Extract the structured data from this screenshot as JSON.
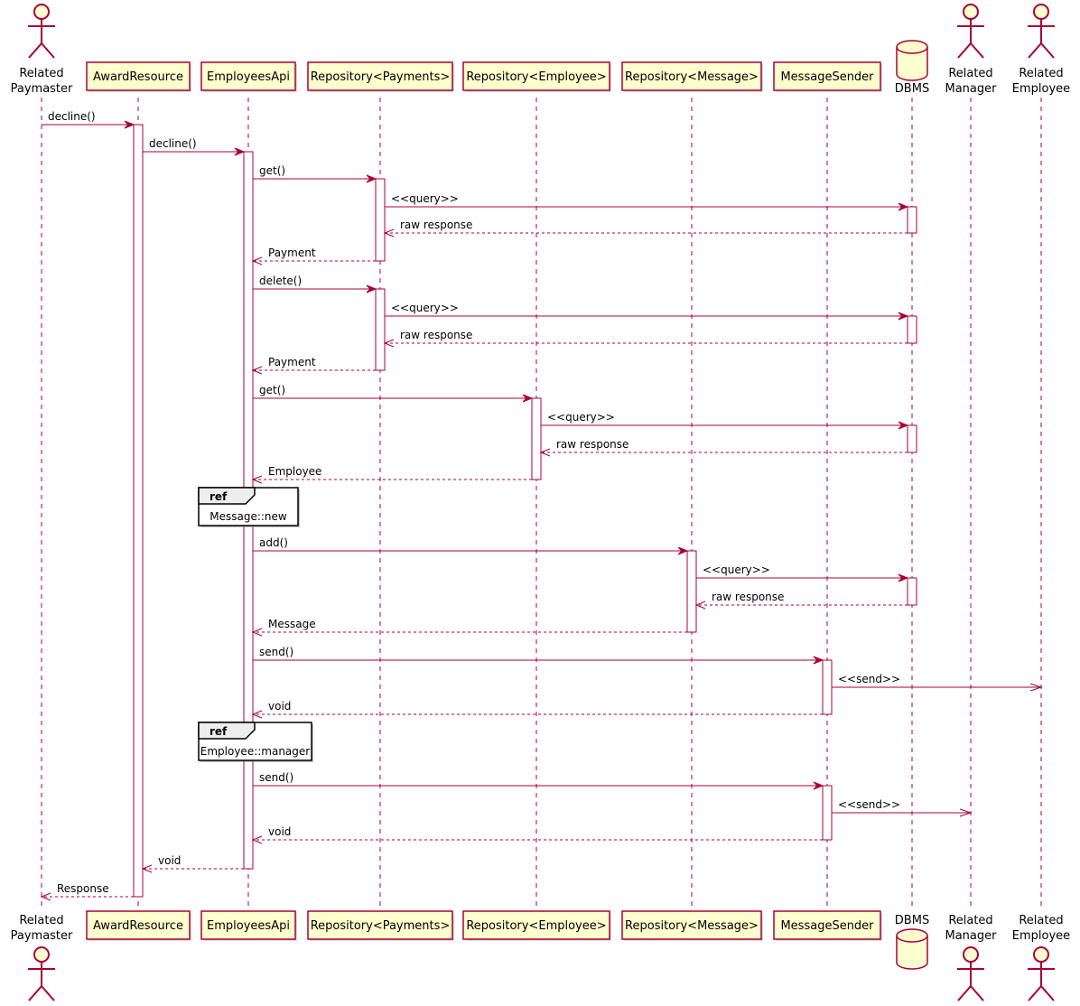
{
  "participants": [
    {
      "id": "paymaster",
      "kind": "actor",
      "lines": [
        "Related",
        "Paymaster"
      ]
    },
    {
      "id": "award",
      "kind": "box",
      "lines": [
        "AwardResource"
      ]
    },
    {
      "id": "empapi",
      "kind": "box",
      "lines": [
        "EmployeesApi"
      ]
    },
    {
      "id": "repopay",
      "kind": "box",
      "lines": [
        "Repository<Payments>"
      ]
    },
    {
      "id": "repoemp",
      "kind": "box",
      "lines": [
        "Repository<Employee>"
      ]
    },
    {
      "id": "repomsg",
      "kind": "box",
      "lines": [
        "Repository<Message>"
      ]
    },
    {
      "id": "sender",
      "kind": "box",
      "lines": [
        "MessageSender"
      ]
    },
    {
      "id": "dbms",
      "kind": "database",
      "lines": [
        "DBMS"
      ]
    },
    {
      "id": "manager",
      "kind": "actor",
      "lines": [
        "Related",
        "Manager"
      ]
    },
    {
      "id": "employee",
      "kind": "actor",
      "lines": [
        "Related",
        "Employee"
      ]
    }
  ],
  "messages": [
    {
      "from": "paymaster",
      "to": "award",
      "label": "decline()",
      "type": "call"
    },
    {
      "from": "award",
      "to": "empapi",
      "label": "decline()",
      "type": "call"
    },
    {
      "from": "empapi",
      "to": "repopay",
      "label": "get()",
      "type": "call"
    },
    {
      "from": "repopay",
      "to": "dbms",
      "label": "<<query>>",
      "type": "call"
    },
    {
      "from": "dbms",
      "to": "repopay",
      "label": "raw response",
      "type": "return"
    },
    {
      "from": "repopay",
      "to": "empapi",
      "label": "Payment",
      "type": "return"
    },
    {
      "from": "empapi",
      "to": "repopay",
      "label": "delete()",
      "type": "call"
    },
    {
      "from": "repopay",
      "to": "dbms",
      "label": "<<query>>",
      "type": "call"
    },
    {
      "from": "dbms",
      "to": "repopay",
      "label": "raw response",
      "type": "return"
    },
    {
      "from": "repopay",
      "to": "empapi",
      "label": "Payment",
      "type": "return"
    },
    {
      "from": "empapi",
      "to": "repoemp",
      "label": "get()",
      "type": "call"
    },
    {
      "from": "repoemp",
      "to": "dbms",
      "label": "<<query>>",
      "type": "call"
    },
    {
      "from": "dbms",
      "to": "repoemp",
      "label": "raw response",
      "type": "return"
    },
    {
      "from": "repoemp",
      "to": "empapi",
      "label": "Employee",
      "type": "return"
    },
    {
      "from": "empapi",
      "to": "repomsg",
      "label": "add()",
      "type": "call"
    },
    {
      "from": "repomsg",
      "to": "dbms",
      "label": "<<query>>",
      "type": "call"
    },
    {
      "from": "dbms",
      "to": "repomsg",
      "label": "raw response",
      "type": "return"
    },
    {
      "from": "repomsg",
      "to": "empapi",
      "label": "Message",
      "type": "return"
    },
    {
      "from": "empapi",
      "to": "sender",
      "label": "send()",
      "type": "call"
    },
    {
      "from": "sender",
      "to": "employee",
      "label": "<<send>>",
      "type": "async"
    },
    {
      "from": "sender",
      "to": "empapi",
      "label": "void",
      "type": "return"
    },
    {
      "from": "empapi",
      "to": "sender",
      "label": "send()",
      "type": "call"
    },
    {
      "from": "sender",
      "to": "manager",
      "label": "<<send>>",
      "type": "async"
    },
    {
      "from": "sender",
      "to": "empapi",
      "label": "void",
      "type": "return"
    },
    {
      "from": "empapi",
      "to": "award",
      "label": "void",
      "type": "return"
    },
    {
      "from": "award",
      "to": "paymaster",
      "label": "Response",
      "type": "return"
    }
  ],
  "refs": [
    {
      "tag": "ref",
      "text": "Message::new"
    },
    {
      "tag": "ref",
      "text": "Employee::manager"
    }
  ],
  "colors": {
    "arrow": "#A80036",
    "box_fill": "#FEFECE",
    "box_border": "#A80036",
    "activation_fill": "#FFFFFF",
    "ref_header": "#EEEEEE"
  }
}
